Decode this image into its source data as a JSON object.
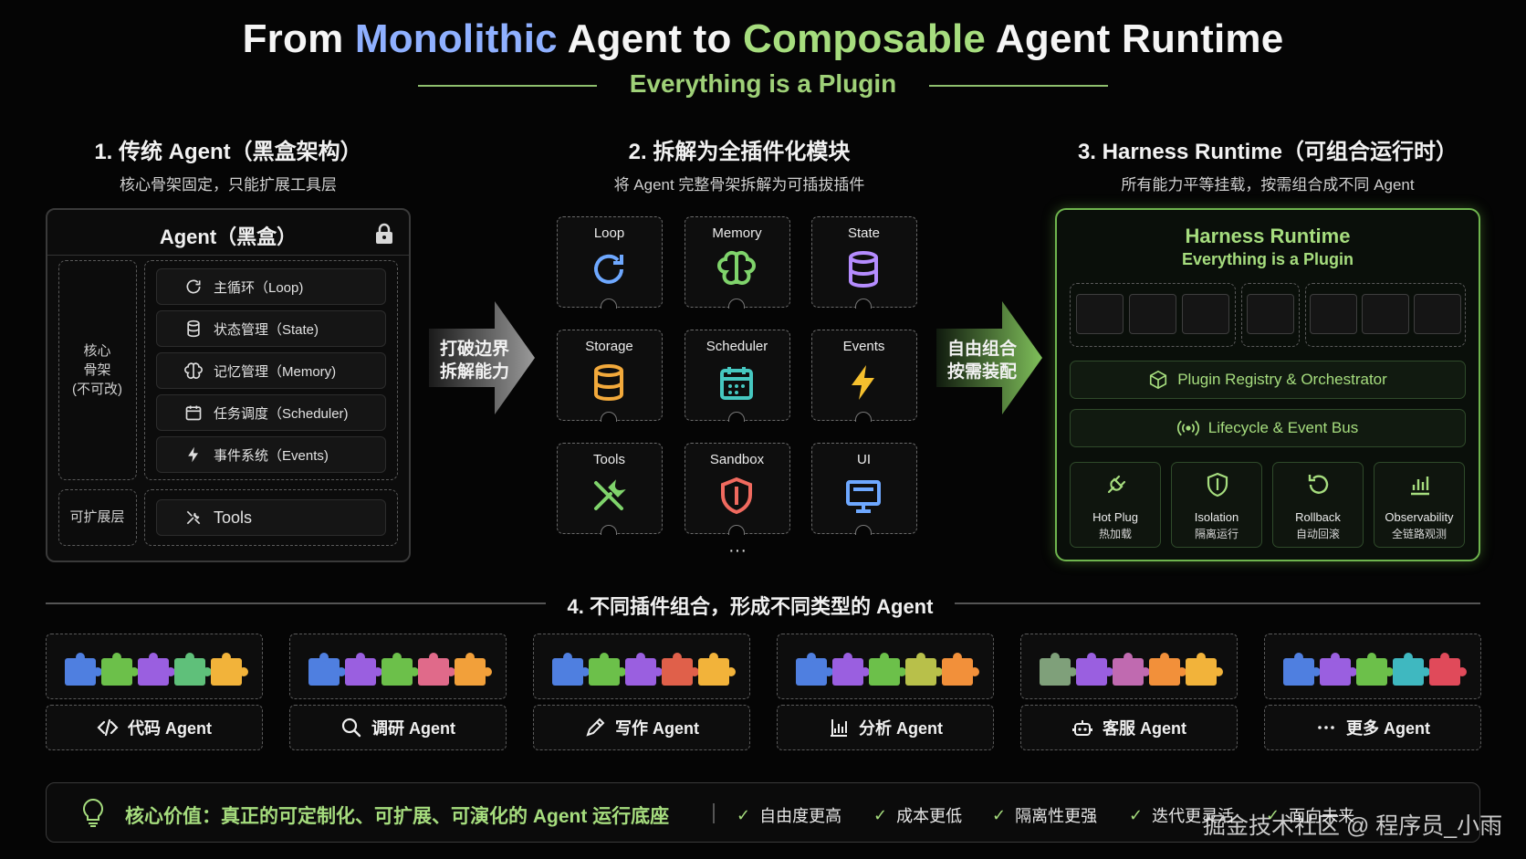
{
  "header": {
    "title_part1": "From ",
    "title_part2": "Monolithic",
    "title_part3": " Agent to ",
    "title_part4": "Composable",
    "title_part5": " Agent Runtime",
    "subtitle": "Everything is a Plugin"
  },
  "section1": {
    "title": "1. 传统 Agent（黑盒架构）",
    "subtitle": "核心骨架固定，只能扩展工具层",
    "box_title": "Agent（黑盒）",
    "core_label_1": "核心",
    "core_label_2": "骨架",
    "core_label_3": "(不可改)",
    "ext_label": "可扩展层",
    "core_items": [
      {
        "label": "主循环（Loop)",
        "icon": "refresh-icon"
      },
      {
        "label": "状态管理（State)",
        "icon": "database-icon"
      },
      {
        "label": "记忆管理（Memory)",
        "icon": "brain-icon"
      },
      {
        "label": "任务调度（Scheduler)",
        "icon": "calendar-icon"
      },
      {
        "label": "事件系统（Events)",
        "icon": "lightning-icon"
      }
    ],
    "tools_label": "Tools"
  },
  "arrow1": {
    "line1": "打破边界",
    "line2": "拆解能力"
  },
  "section2": {
    "title": "2. 拆解为全插件化模块",
    "subtitle": "将 Agent 完整骨架拆解为可插拔插件",
    "plugins": [
      {
        "label": "Loop",
        "icon": "refresh-icon",
        "color": "#6ea8ff"
      },
      {
        "label": "Memory",
        "icon": "brain-icon",
        "color": "#7fd36b"
      },
      {
        "label": "State",
        "icon": "database-icon",
        "color": "#b58cff"
      },
      {
        "label": "Storage",
        "icon": "database-icon",
        "color": "#f2a93b"
      },
      {
        "label": "Scheduler",
        "icon": "calendar-icon",
        "color": "#46c7c0"
      },
      {
        "label": "Events",
        "icon": "lightning-icon",
        "color": "#f5c02e"
      },
      {
        "label": "Tools",
        "icon": "tools-icon",
        "color": "#7fd36b"
      },
      {
        "label": "Sandbox",
        "icon": "shield-icon",
        "color": "#f06a5f"
      },
      {
        "label": "UI",
        "icon": "monitor-icon",
        "color": "#6ea8ff"
      }
    ],
    "more": "···"
  },
  "arrow2": {
    "line1": "自由组合",
    "line2": "按需装配"
  },
  "section3": {
    "title": "3. Harness Runtime（可组合运行时）",
    "subtitle": "所有能力平等挂载，按需组合成不同 Agent",
    "box_title": "Harness Runtime",
    "box_subtitle": "Everything is a Plugin",
    "registry": "Plugin Registry & Orchestrator",
    "bus": "Lifecycle & Event Bus",
    "features": [
      {
        "en": "Hot Plug",
        "cn": "热加载",
        "icon": "plug-icon"
      },
      {
        "en": "Isolation",
        "cn": "隔离运行",
        "icon": "shield-icon"
      },
      {
        "en": "Rollback",
        "cn": "自动回滚",
        "icon": "rollback-icon"
      },
      {
        "en": "Observability",
        "cn": "全链路观测",
        "icon": "chart-icon"
      }
    ]
  },
  "section4": {
    "title": "4. 不同插件组合，形成不同类型的 Agent",
    "agents": [
      {
        "label": "代码 Agent",
        "icon": "code-icon",
        "colors": [
          "#4f7fe0",
          "#6cc04a",
          "#9a5fe0",
          "#5fc07a",
          "#f2b33a"
        ]
      },
      {
        "label": "调研 Agent",
        "icon": "search-icon",
        "colors": [
          "#4f7fe0",
          "#9a5fe0",
          "#6cc04a",
          "#e06a8a",
          "#f2a03a"
        ]
      },
      {
        "label": "写作 Agent",
        "icon": "pencil-icon",
        "colors": [
          "#4f7fe0",
          "#6cc04a",
          "#9a5fe0",
          "#e0604a",
          "#f2b33a"
        ]
      },
      {
        "label": "分析 Agent",
        "icon": "chart-icon",
        "colors": [
          "#4f7fe0",
          "#9a5fe0",
          "#6cc04a",
          "#b8c04a",
          "#f2903a"
        ]
      },
      {
        "label": "客服 Agent",
        "icon": "robot-icon",
        "colors": [
          "#7fa07a",
          "#9a5fe0",
          "#c06ab0",
          "#f2903a",
          "#f2b33a"
        ]
      },
      {
        "label": "更多 Agent",
        "icon": "more-icon",
        "colors": [
          "#4f7fe0",
          "#9a5fe0",
          "#6cc04a",
          "#3fb8c0",
          "#e04a5a"
        ]
      }
    ]
  },
  "footer": {
    "main": "核心价值：真正的可定制化、可扩展、可演化的 Agent 运行底座",
    "checks": [
      "自由度更高",
      "成本更低",
      "隔离性更强",
      "迭代更灵活",
      "面向未来"
    ]
  },
  "watermark": "掘金技术社区 @ 程序员_小雨",
  "colors": {
    "accent_green": "#a6dd7e",
    "accent_blue": "#8fb0ff",
    "background": "#050505"
  }
}
